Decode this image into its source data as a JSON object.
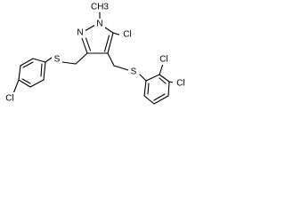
{
  "molecule": {
    "atoms": {
      "cl_pyrazole": "Cl",
      "methyl": "CH3",
      "n_top": "N",
      "n_left": "N",
      "s_left": "S",
      "s_right": "S",
      "cl_phenyl_left": "Cl",
      "cl_ortho": "Cl",
      "cl_meta": "Cl"
    },
    "colors": {
      "bond": "#000000",
      "label": "#000000",
      "background": "#ffffff"
    }
  }
}
